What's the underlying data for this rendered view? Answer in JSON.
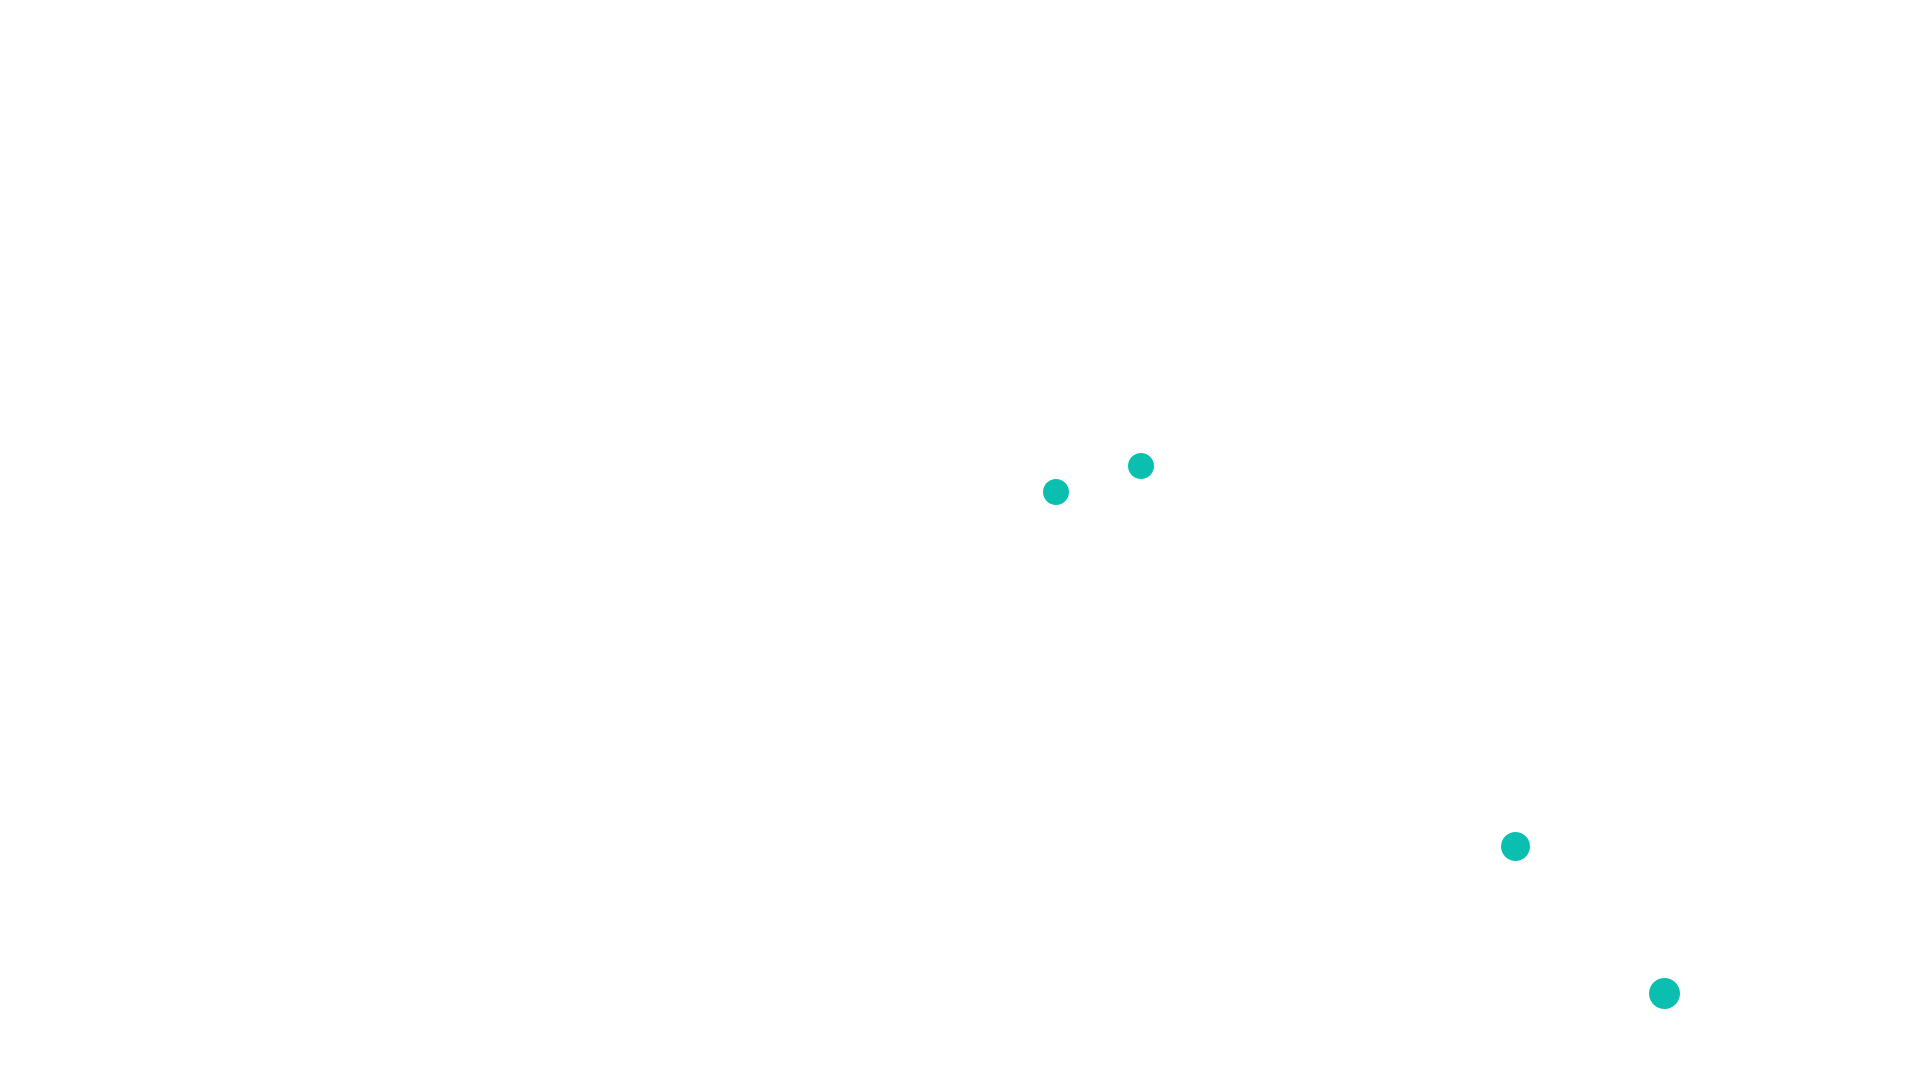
{
  "canvas": {
    "background": "#ffffff",
    "dot_color": "#0bbfb0",
    "dot_count": 4
  },
  "dots": [
    {
      "name": "teal-dot-1"
    },
    {
      "name": "teal-dot-2"
    },
    {
      "name": "teal-dot-3"
    },
    {
      "name": "teal-dot-4"
    }
  ]
}
